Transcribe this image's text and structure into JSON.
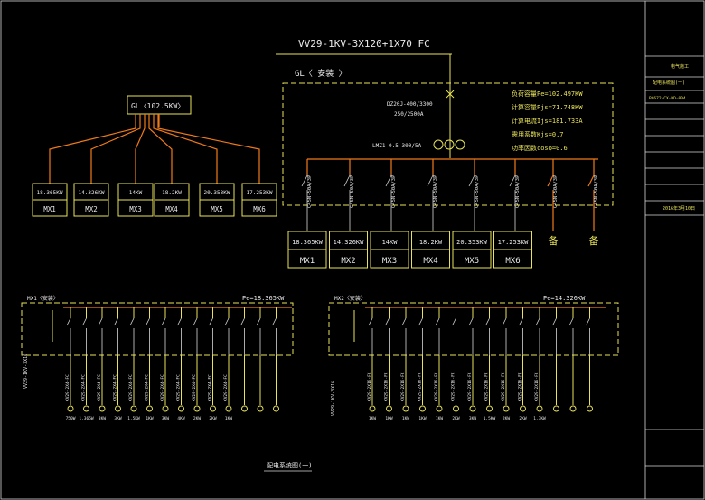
{
  "cable_label": "VV29-1KV-3X120+1X70 FC",
  "panel_title": "GL〈 安装 〉",
  "left_box_label": "GL〈102.5KW〉",
  "breaker_main_model": "DZ20J-400/3300",
  "breaker_main_rating": "250/2500A",
  "meter_label": "LMZ1-0.5 300/5A",
  "params": [
    "负荷容量Pe=102.497KW",
    "计算容量Pjs=71.748KW",
    "计算电流Ijs=181.733A",
    "需用系数Kjs=0.7",
    "功率因数cosφ=0.6"
  ],
  "left_loads": [
    {
      "kw": "18.365KW",
      "name": "MX1"
    },
    {
      "kw": "14.326KW",
      "name": "MX2"
    },
    {
      "kw": "14KW",
      "name": "MX3"
    },
    {
      "kw": "18.2KW",
      "name": "MX4"
    },
    {
      "kw": "20.353KW",
      "name": "MX5"
    },
    {
      "kw": "17.253KW",
      "name": "MX6"
    }
  ],
  "branch_breaker": "C45N-50A/3P",
  "spare_label": "备",
  "mx1_title": "MX1〈安装〉",
  "mx1_pe": "Pe=18.365KW",
  "mx1_cable": "VV29-1KV-3X16",
  "mx2_title": "MX2〈安装〉",
  "mx2_pe": "Pe=14.326KW",
  "mx2_cable": "VV29-1KV-3X16",
  "mx1_circuits": [
    "XV29-2X4-FC",
    "XV29-2X4-FC",
    "XV29-2X4-FC",
    "XV29-2X4-FC",
    "XV29-2X4-FC",
    "XV29-2X4-FC",
    "XV29-2X4-FC",
    "XV29-2X4-FC",
    "XV29-2X4-FC",
    "XV29-2X4-FC",
    "XV29-2X4-FC"
  ],
  "mx1_ratings": [
    "750W",
    "1.365W",
    "3KW",
    "3KW",
    "1.5KW",
    "1KW",
    "3KW",
    "4KW",
    "2KW",
    "2KW",
    "1KW"
  ],
  "mx2_circuits": [
    "XV29-2X16-FC",
    "XV29-2X16-FC",
    "XV29-2X16-FC",
    "XV29-2X16-FC",
    "XV29-2X16-FC",
    "XV29-2X16-FC",
    "XV29-2X16-FC",
    "XV29-2X16-FC",
    "XV29-2X16-FC",
    "XV29-2X16-FC",
    "XV29-2X16-FC"
  ],
  "mx2_ratings": [
    "1KW",
    "1KW",
    "1KW",
    "1KW",
    "1KW",
    "2KW",
    "3KW",
    "1.5KW",
    "2KW",
    "2KW",
    "1.3KW"
  ],
  "diagram_caption": "配电系统图(一)",
  "title_block": {
    "row1": "电气施工",
    "row2": "配电系统图(一)",
    "row3": "PC672-CX-DD-004",
    "date": "2016年3月10日"
  }
}
